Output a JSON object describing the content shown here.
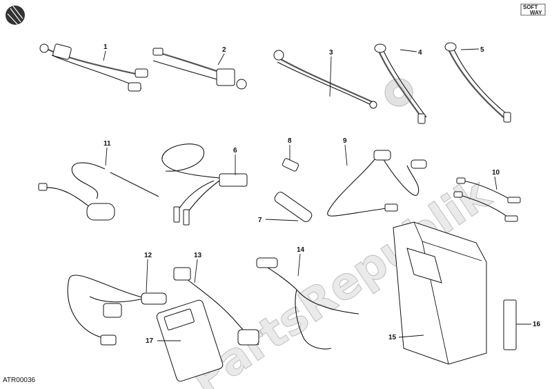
{
  "diagram": {
    "code": "ATR00036",
    "logo": {
      "line1": "SOFT",
      "line2": "WAY"
    },
    "watermark": "PartsRepublik",
    "callouts": [
      "1",
      "2",
      "3",
      "4",
      "5",
      "6",
      "7",
      "8",
      "9",
      "10",
      "11",
      "12",
      "13",
      "14",
      "15",
      "16",
      "17"
    ]
  }
}
